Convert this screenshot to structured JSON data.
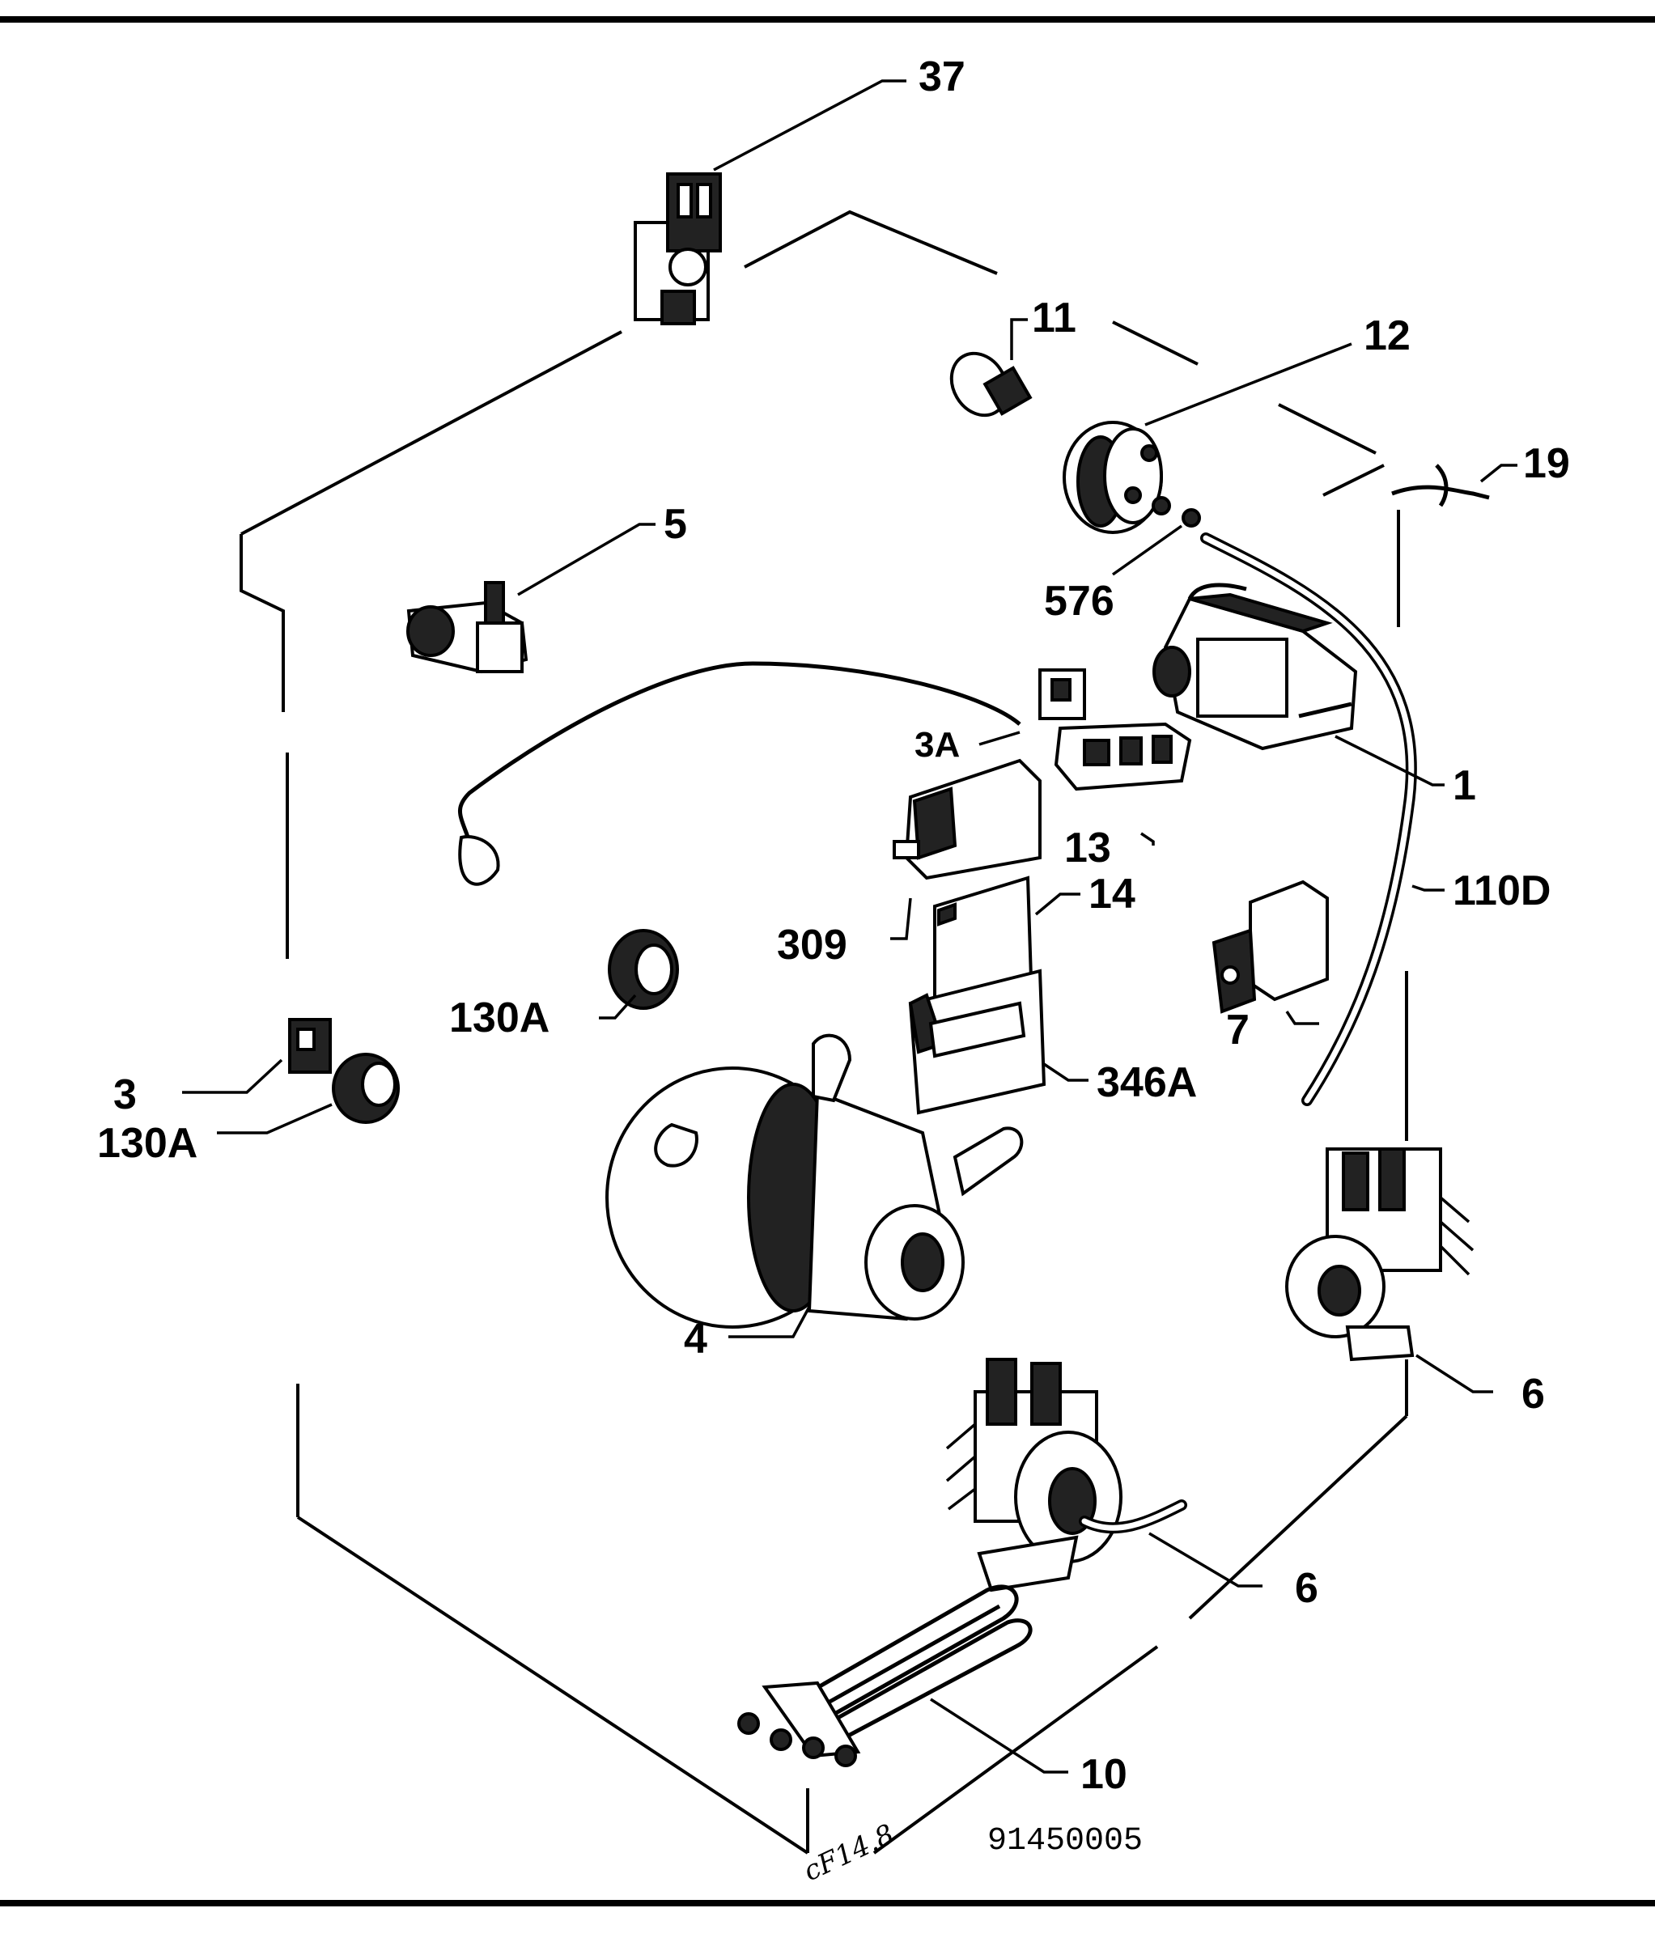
{
  "diagram": {
    "figure_code": "91450005",
    "signature": "cF14.8",
    "labels": {
      "p37": "37",
      "p11": "11",
      "p12": "12",
      "p19": "19",
      "p5": "5",
      "p576": "576",
      "p1": "1",
      "p3a": "3A",
      "p13": "13",
      "p110d": "110D",
      "p14": "14",
      "p309": "309",
      "p7": "7",
      "p130a_upper": "130A",
      "p346a": "346A",
      "p3": "3",
      "p130a_lower": "130A",
      "p4": "4",
      "p6_upper": "6",
      "p6_lower": "6",
      "p10": "10"
    }
  }
}
